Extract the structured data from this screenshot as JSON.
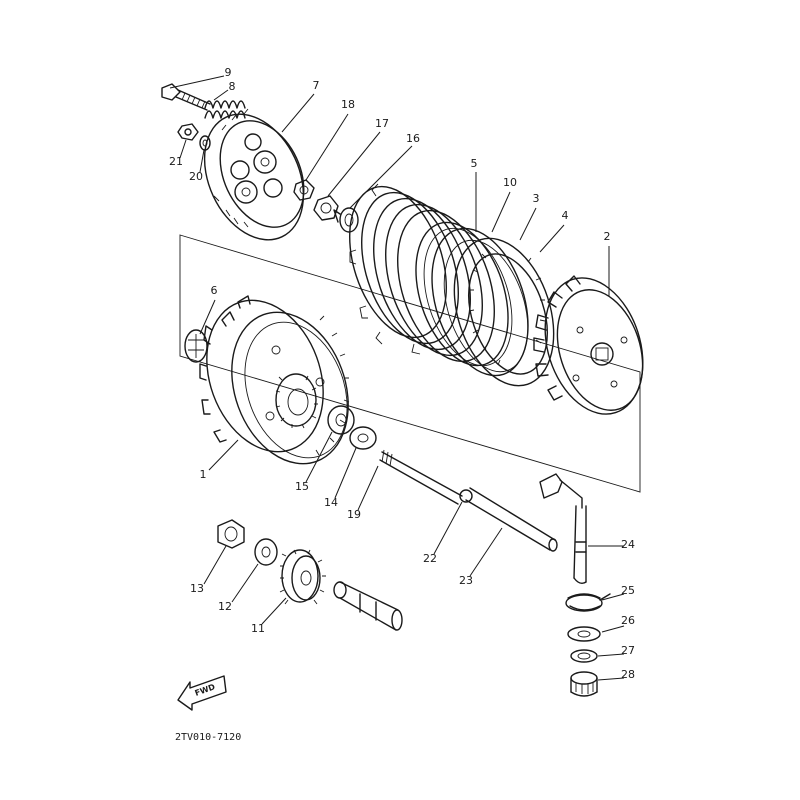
{
  "diagram": {
    "code": "2TV010-7120",
    "fwd_label": "FWD",
    "callouts": [
      "1",
      "2",
      "3",
      "4",
      "5",
      "6",
      "7",
      "8",
      "9",
      "10",
      "11",
      "12",
      "13",
      "14",
      "15",
      "16",
      "17",
      "18",
      "19",
      "20",
      "21",
      "22",
      "23",
      "24",
      "25",
      "26",
      "27",
      "28"
    ]
  }
}
